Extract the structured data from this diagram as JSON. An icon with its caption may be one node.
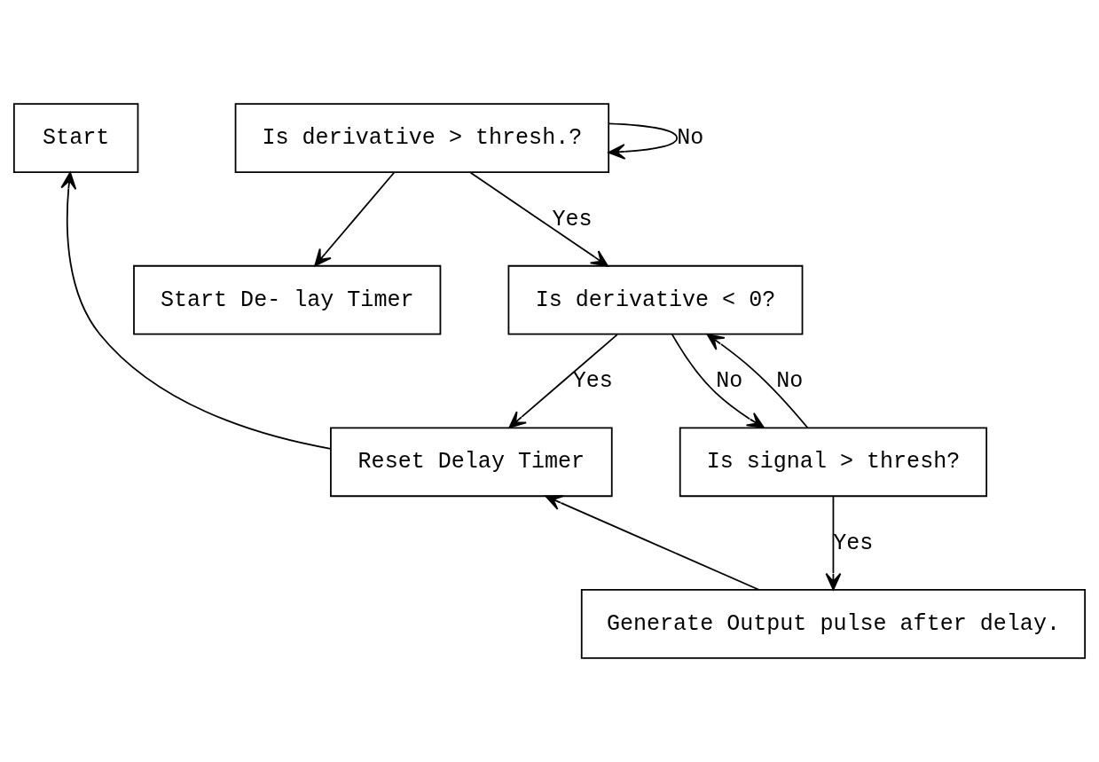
{
  "diagram": {
    "nodes": [
      {
        "text": [
          "Start"
        ]
      },
      {
        "text": [
          "Is derivative > thresh.?"
        ]
      },
      {
        "text": [
          "Start De- lay Timer"
        ]
      },
      {
        "text": [
          "Is derivative < 0?"
        ]
      },
      {
        "text": [
          "Reset Delay Timer"
        ]
      },
      {
        "text": [
          "Is signal > thresh?"
        ]
      },
      {
        "text": [
          "Generate Output pulse after delay."
        ]
      }
    ],
    "edges": [
      {
        "from": 1,
        "to": 1,
        "arrow": "to",
        "label": "No"
      },
      {
        "from": 1,
        "to": 3,
        "arrow": "to",
        "label": "Yes"
      },
      {
        "from": 1,
        "to": 2,
        "arrow": "to"
      },
      {
        "from": 3,
        "to": 4,
        "arrow": "to",
        "label": "Yes"
      },
      {
        "from": 3,
        "to": 5,
        "arrow": "to",
        "label": "No"
      },
      {
        "from": 5,
        "to": 6,
        "arrow": "to",
        "label": "Yes"
      },
      {
        "from": 5,
        "to": 3,
        "arrow": "to",
        "label": "No"
      },
      {
        "from": 6,
        "to": 4,
        "arrow": "to"
      },
      {
        "from": 4,
        "to": 0,
        "arrow": "to"
      }
    ]
  }
}
